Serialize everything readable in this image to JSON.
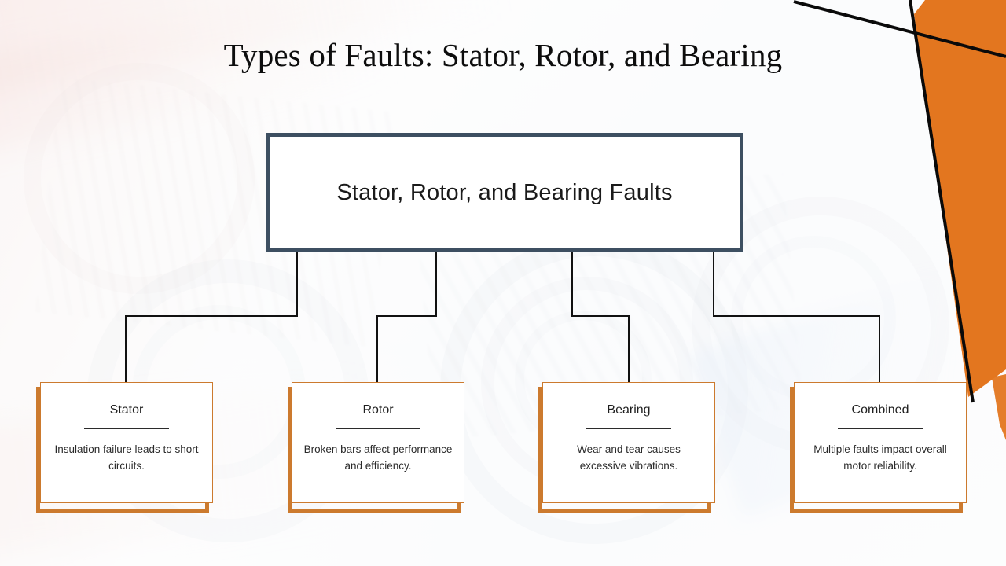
{
  "slide": {
    "title": "Types of Faults: Stator, Rotor, and Bearing",
    "root_label": "Stator, Rotor, and Bearing Faults"
  },
  "colors": {
    "root_border": "#3d4f61",
    "card_border": "#cc7a2e",
    "accent_orange": "#e3761f",
    "connector_line": "#111111",
    "title_text": "#0d0d0d"
  },
  "cards": [
    {
      "title": "Stator",
      "description": "Insulation failure leads to short circuits."
    },
    {
      "title": "Rotor",
      "description": "Broken bars affect performance and efficiency."
    },
    {
      "title": "Bearing",
      "description": "Wear and tear causes excessive vibrations."
    },
    {
      "title": "Combined",
      "description": "Multiple faults impact overall motor reliability."
    }
  ]
}
